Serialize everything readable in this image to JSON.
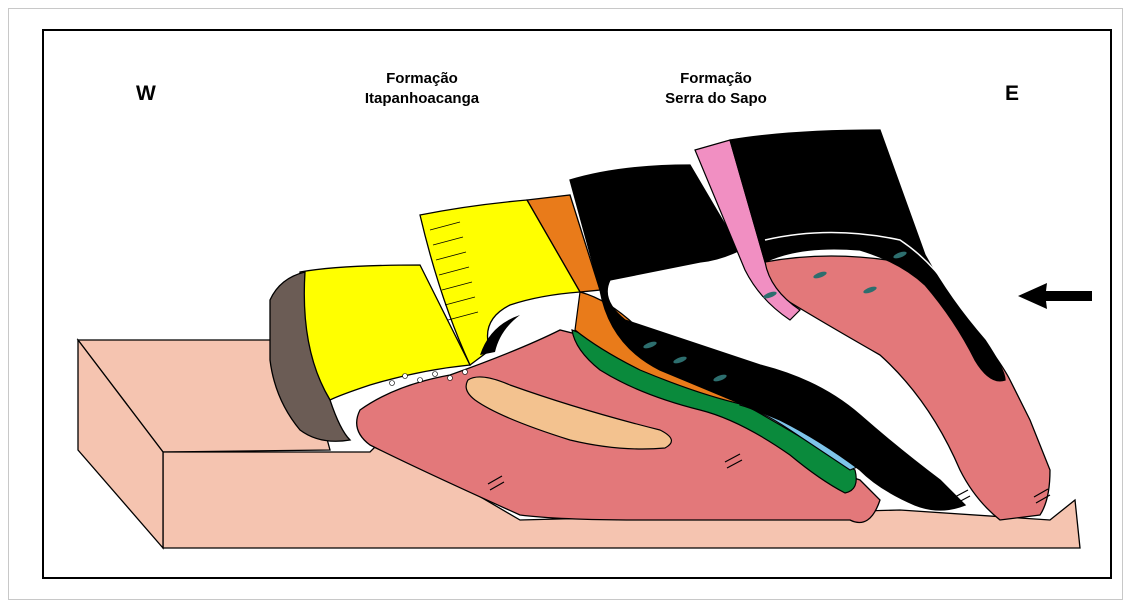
{
  "labels": {
    "west": "W",
    "east": "E",
    "itapanhoacanga": {
      "line1": "Formação",
      "line2": "Itapanhoacanga"
    },
    "serra_do_sapo": {
      "line1": "Formação",
      "line2": "Serra do Sapo"
    }
  },
  "colors": {
    "basement": "#f5c4b0",
    "pink_granite": "#e3787a",
    "yellow": "#ffff00",
    "orange": "#e97b1a",
    "black": "#000000",
    "green": "#0a8a3c",
    "blue": "#7ec4ea",
    "light_pink": "#f18fc2",
    "tan_lens": "#f3c28f",
    "gray_conglomerate": "#6b5c55",
    "lens_marks": "#2d6e6e"
  },
  "icons": [
    "compression-arrow-icon",
    "shear-arrows-icon"
  ]
}
